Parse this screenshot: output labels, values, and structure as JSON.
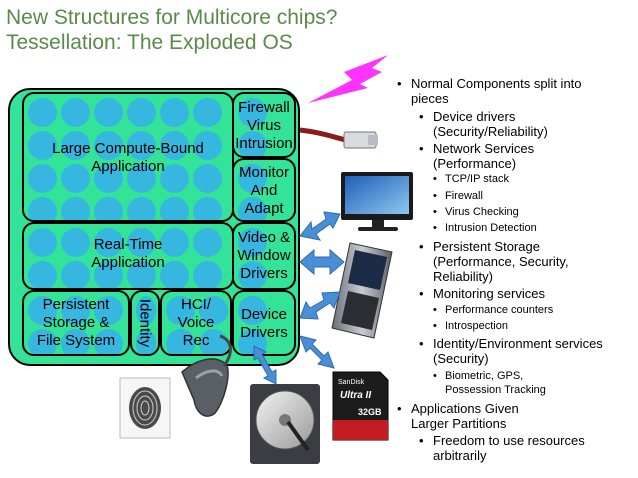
{
  "title": {
    "line1": "New Structures for Multicore chips?",
    "line2": "Tessellation: The Exploded OS"
  },
  "partitions": {
    "large_app": [
      "Large Compute-Bound",
      "Application"
    ],
    "firewall": [
      "Firewall",
      "Virus",
      "Intrusion"
    ],
    "monitor": [
      "Monitor",
      "And",
      "Adapt"
    ],
    "realtime": [
      "Real-Time",
      "Application"
    ],
    "video": [
      "Video &",
      "Window",
      "Drivers"
    ],
    "storage": [
      "Persistent",
      "Storage &",
      "File System"
    ],
    "identity": "Identity",
    "hci": [
      "HCI/",
      "Voice",
      "Rec"
    ],
    "device": [
      "Device",
      "Drivers"
    ]
  },
  "bullets": {
    "normal": [
      "Normal Components split into",
      "pieces"
    ],
    "device_drivers": [
      "Device drivers",
      "(Security/Reliability)"
    ],
    "network": [
      "Network Services",
      "(Performance)"
    ],
    "tcpip": "TCP/IP stack",
    "firewall": "Firewall",
    "virus": "Virus Checking",
    "intrusion": "Intrusion Detection",
    "persistent": [
      "Persistent Storage",
      "(Performance, Security,",
      "Reliability)"
    ],
    "monitoring": "Monitoring services",
    "perf_counters": "Performance counters",
    "introspection": "Introspection",
    "identity_env": [
      "Identity/Environment services",
      "(Security)"
    ],
    "biometric": [
      "Biometric, GPS,",
      "Possession Tracking"
    ],
    "apps": [
      "Applications Given",
      "Larger Partitions"
    ],
    "freedom": [
      "Freedom to use resources",
      "arbitrarily"
    ]
  },
  "devices": {
    "sdcard_brand": "SanDisk",
    "sdcard_model": "Ultra II",
    "sdcard_size": "32GB"
  },
  "colors": {
    "title": "#5a8a4a",
    "chip": "#33e398",
    "cell": "#36b7e0",
    "arrow": "#4a8ed6",
    "lightning": "#ff33ff"
  }
}
